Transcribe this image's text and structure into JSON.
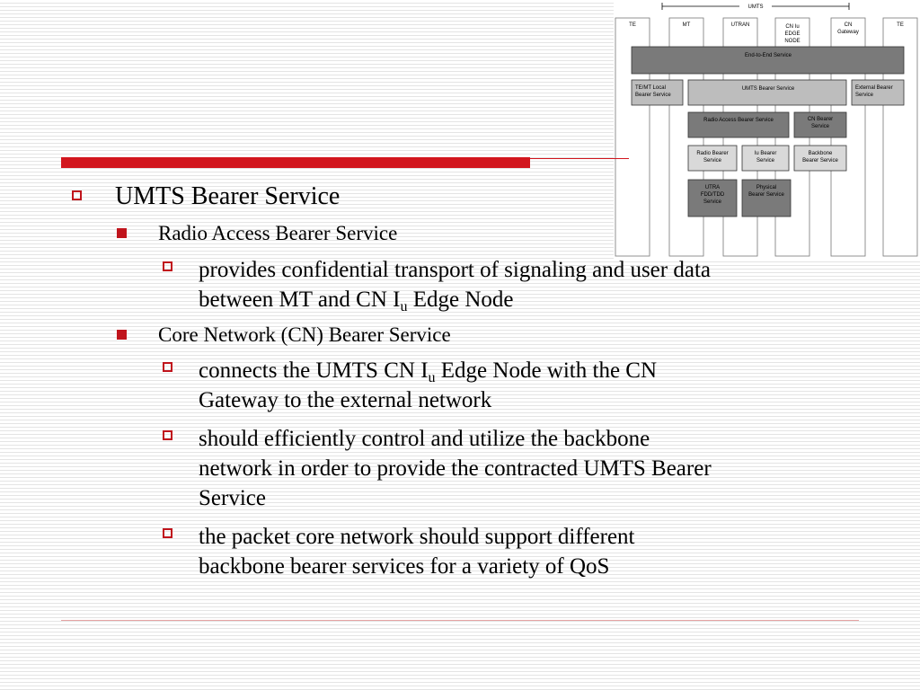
{
  "diagram": {
    "umts_label": "UMTS",
    "columns": [
      "TE",
      "MT",
      "UTRAN",
      "CN Iu EDGE NODE",
      "CN Gateway",
      "TE"
    ],
    "boxes": {
      "end_to_end": "End-to-End Service",
      "te_mt_local": "TE/MT Local Bearer Service",
      "umts_bearer": "UMTS Bearer Service",
      "external_bearer": "External Bearer Service",
      "radio_access_bearer": "Radio Access Bearer Service",
      "cn_bearer": "CN Bearer Service",
      "radio_bearer": "Radio Bearer Service",
      "iu_bearer": "Iu Bearer Service",
      "backbone_bearer": "Backbone Bearer Service",
      "utra": "UTRA FDD/TDD Service",
      "physical_bearer": "Physical Bearer Service"
    }
  },
  "content": {
    "l1_title": "UMTS Bearer Service",
    "rab": {
      "title": "Radio Access Bearer Service",
      "bullet1_line1": "provides confidential transport of signaling and user data",
      "bullet1_line2_pre": "between MT and CN I",
      "bullet1_line2_sub": "u",
      "bullet1_line2_post": " Edge Node"
    },
    "cn": {
      "title": "Core Network (CN) Bearer Service",
      "bullet1_line1_pre": "connects the UMTS CN I",
      "bullet1_line1_sub": "u",
      "bullet1_line1_post": " Edge Node with the CN",
      "bullet1_line2": "Gateway to the external network",
      "bullet2_line1": "should efficiently control and utilize the backbone",
      "bullet2_line2": "network in order to provide the contracted UMTS Bearer",
      "bullet2_line3": "Service",
      "bullet3_line1": "the packet core network should support different",
      "bullet3_line2": "backbone bearer services for a variety of QoS"
    }
  },
  "colors": {
    "accent_red": "#d2161e",
    "bullet_red": "#c0141c",
    "box_dark": "#7a7a7a",
    "box_mid": "#bdbdbd",
    "box_light": "#d9d9d9"
  }
}
